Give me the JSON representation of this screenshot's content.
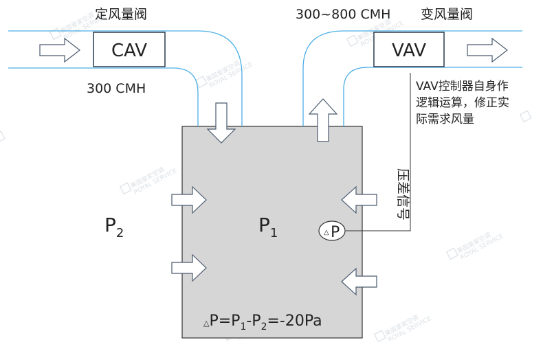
{
  "labels": {
    "cav_title": "定风量阀",
    "vav_title": "变风量阀",
    "vav_range": "300~800 CMH",
    "cav_box": "CAV",
    "vav_box": "VAV",
    "cav_flow": "300 CMH",
    "controller_note": [
      "VAV控制器自身作",
      "逻辑运算，修正实",
      "际需求风量"
    ],
    "pressure_signal": "压差信号",
    "p_outside_base": "P",
    "p_outside_sub": "2",
    "p_room_base": "P",
    "p_room_sub": "1",
    "sensor_delta": "△",
    "sensor_p": "P",
    "eq_delta": "△",
    "eq_p": "P=P",
    "eq_sub1": "1",
    "eq_minus": "-P",
    "eq_sub2": "2",
    "eq_tail": "=-20Pa"
  },
  "watermark": {
    "text_cn": "美国皇家空调",
    "text_en": "ROYAL SERVICE"
  },
  "colors": {
    "duct": "#4aaee8",
    "room_fill": "#d6d6d6",
    "room_stroke": "#333333",
    "arrow": "#4a5a6e",
    "box_stroke": "#2a3a4a",
    "text": "#222222"
  }
}
